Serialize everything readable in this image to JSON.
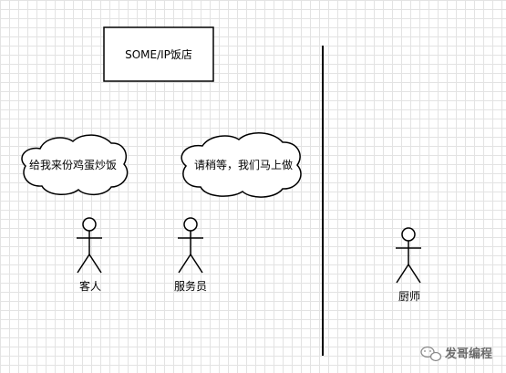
{
  "title_box": {
    "text": "SOME/IP饭店"
  },
  "bubbles": {
    "customer": "给我来份鸡蛋炒饭",
    "waiter": "请稍等，我们马上做"
  },
  "actors": {
    "customer": "客人",
    "waiter": "服务员",
    "chef": "厨师"
  },
  "watermark": {
    "text": "发哥编程"
  }
}
